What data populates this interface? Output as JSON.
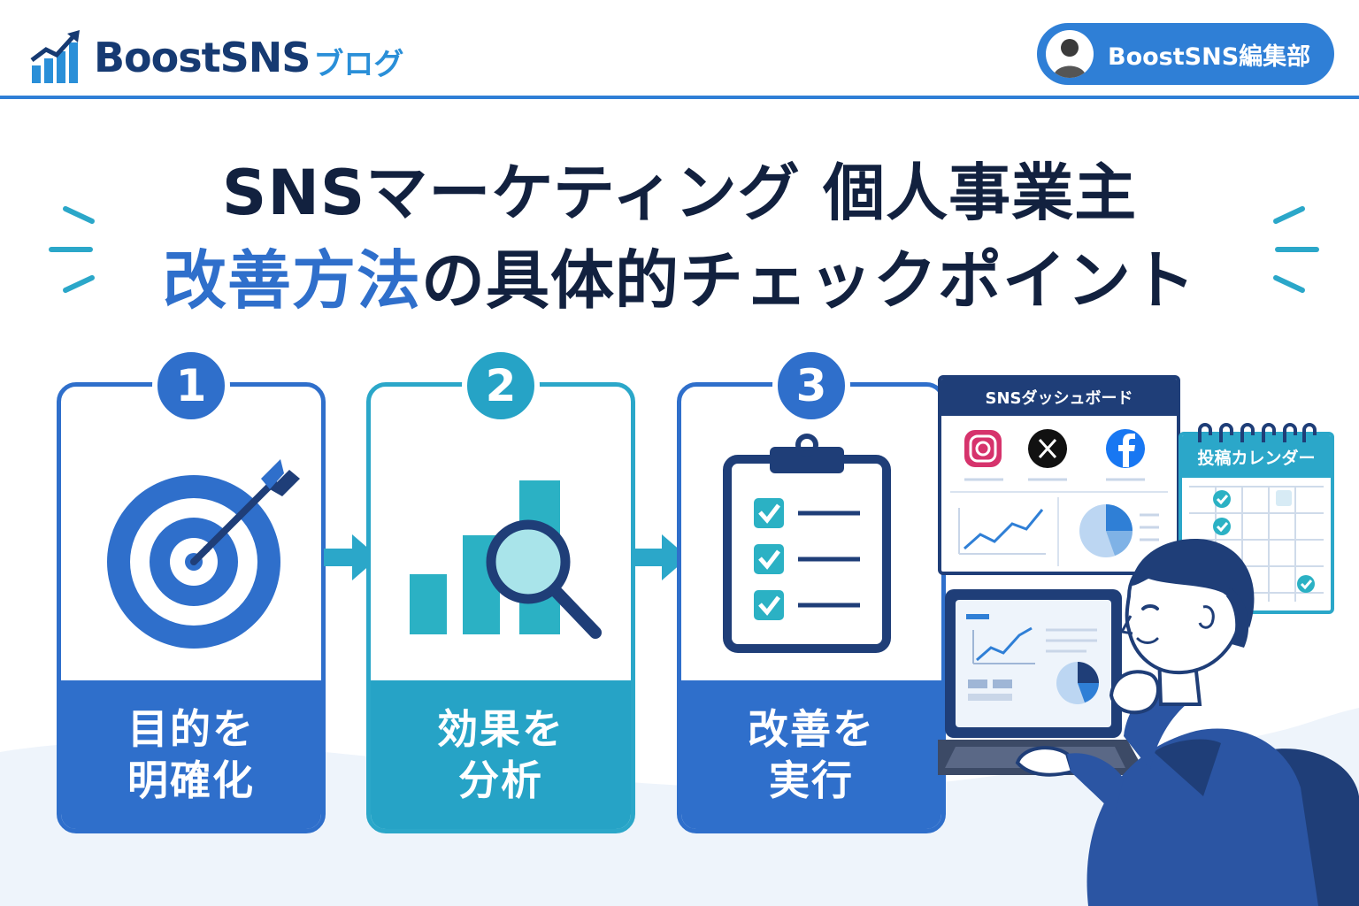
{
  "header": {
    "brand": "BoostSNS",
    "brand_suffix": "ブログ",
    "author": "BoostSNS編集部"
  },
  "title": {
    "line1": "SNSマーケティング 個人事業主",
    "line2_highlight": "改善方法",
    "line2_rest": "の具体的チェックポイント"
  },
  "steps": [
    {
      "number": "1",
      "label_line1": "目的を",
      "label_line2": "明確化",
      "icon": "target-icon"
    },
    {
      "number": "2",
      "label_line1": "効果を",
      "label_line2": "分析",
      "icon": "chart-magnifier-icon"
    },
    {
      "number": "3",
      "label_line1": "改善を",
      "label_line2": "実行",
      "icon": "clipboard-checklist-icon"
    }
  ],
  "dashboard": {
    "title": "SNSダッシュボード",
    "icons": [
      "instagram-icon",
      "x-icon",
      "facebook-icon"
    ]
  },
  "calendar": {
    "title": "投稿カレンダー"
  },
  "colors": {
    "primary_blue": "#2f6fcb",
    "teal": "#26a3c6",
    "navy": "#12213f",
    "header_blue": "#2f7fd6"
  }
}
